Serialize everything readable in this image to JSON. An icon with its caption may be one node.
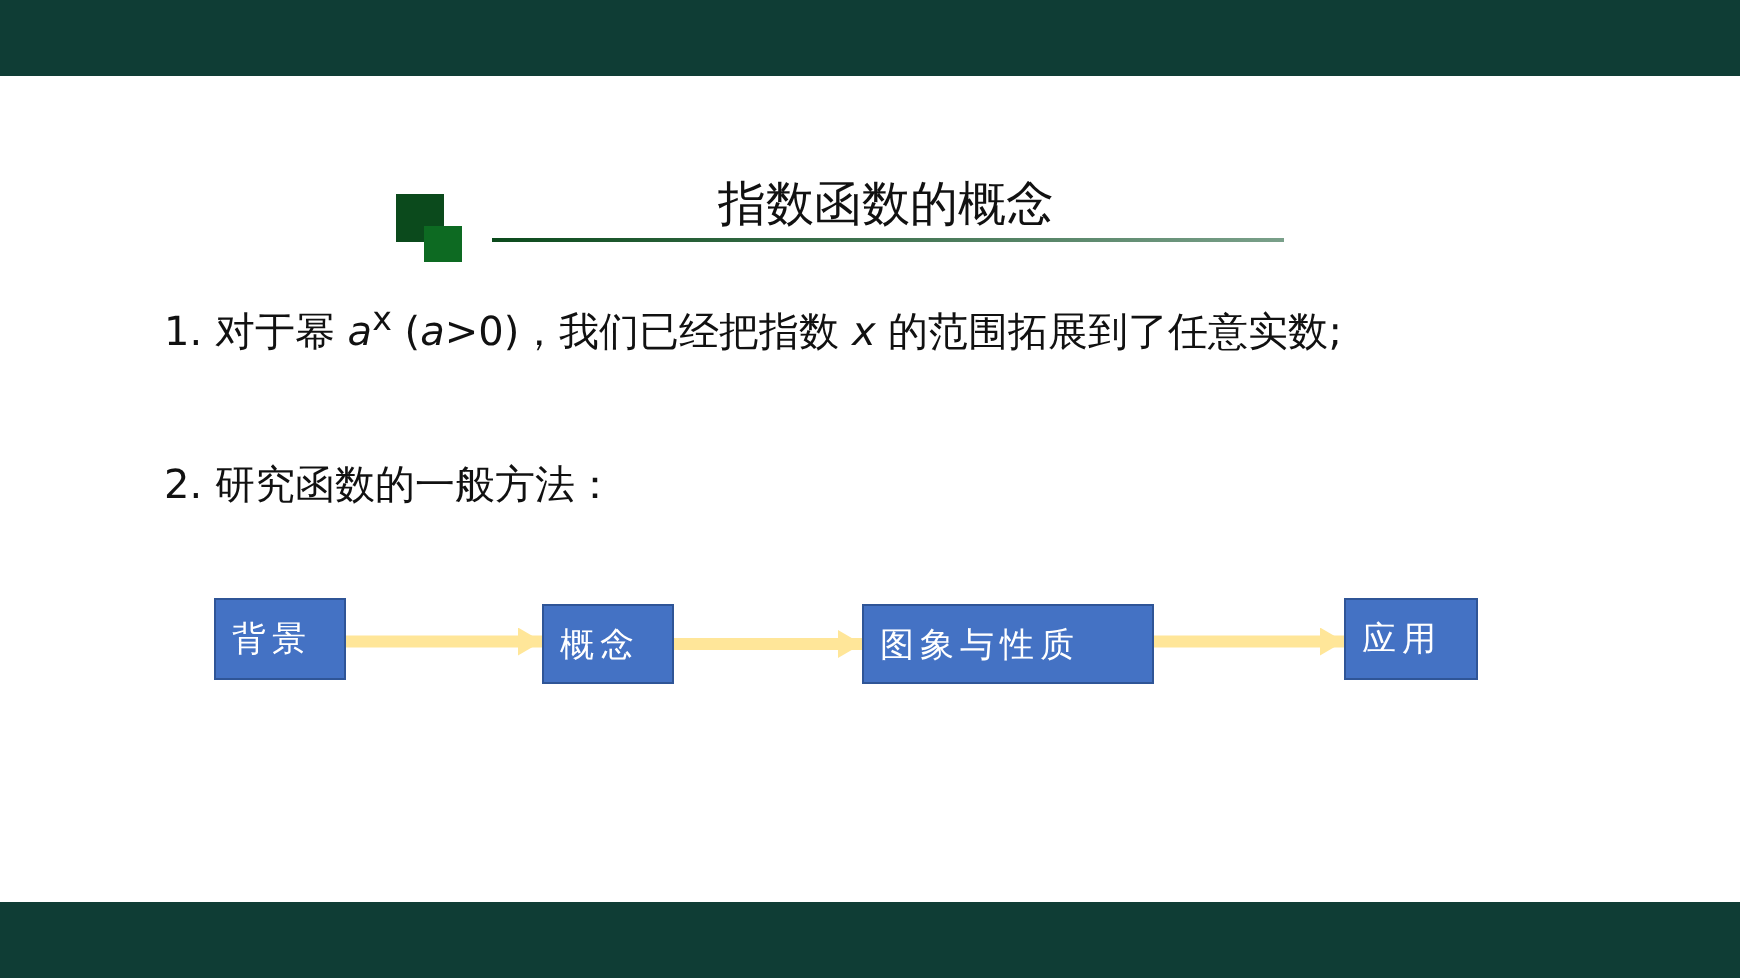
{
  "diagram": {
    "title": "指数函数的概念",
    "nodes": [
      {
        "text": [
          "背景"
        ]
      },
      {
        "text": [
          "概念"
        ]
      },
      {
        "text": [
          "图象与性质"
        ]
      },
      {
        "text": [
          "应用"
        ]
      }
    ],
    "edges": [
      {
        "from": 0,
        "to": 1,
        "arrow": "to"
      },
      {
        "from": 1,
        "to": 2,
        "arrow": "to"
      },
      {
        "from": 2,
        "to": 3,
        "arrow": "to"
      }
    ],
    "labels": [
      "1.  对于幂 *a*$^{x}$ (*a*>0)，我们已经把指数 *x* 的范围拓展到了任意实数;",
      "2.  研究函数的一般方法："
    ]
  }
}
